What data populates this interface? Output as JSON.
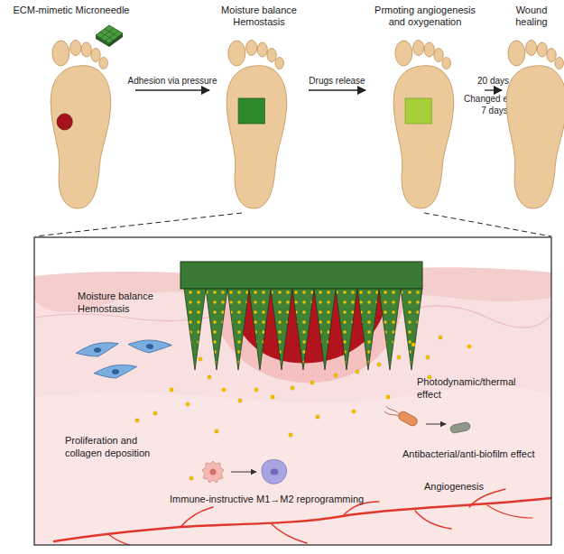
{
  "diagram": {
    "nodes": [
      {
        "text": [
          "ECM-mimetic Microneedle"
        ]
      },
      {
        "text": [
          "Moisture balance Hemostasis"
        ]
      },
      {
        "text": [
          "Prmoting angiogenesis and oxygenation"
        ]
      },
      {
        "text": [
          "Wound healing"
        ]
      }
    ],
    "edges": [
      {
        "from": 0,
        "to": 1,
        "arrow": "to",
        "label": "Adhesion via pressure"
      },
      {
        "from": 1,
        "to": 2,
        "arrow": "to",
        "label": "Drugs release"
      },
      {
        "from": 2,
        "to": 3,
        "arrow": "to",
        "label": "20 days"
      }
    ],
    "labels": [
      "Changed every 7 days",
      "Moisture balance Hemostasis",
      "Photodynamic/thermal effect",
      "Proliferation and collagen deposition",
      "Antibacterial/anti-biofilm effect",
      "Immune-instructive M1→M2 reprogramming",
      "Angiogenesis"
    ]
  }
}
